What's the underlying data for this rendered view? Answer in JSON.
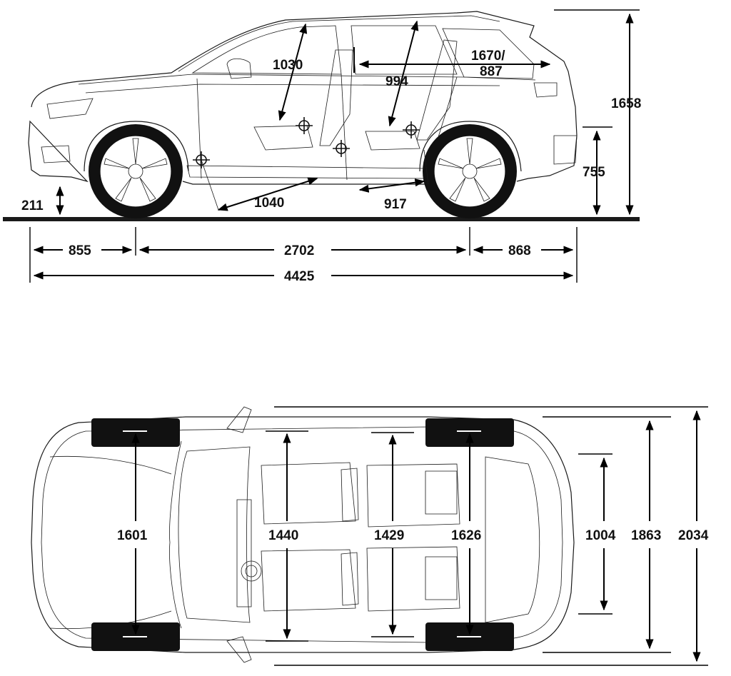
{
  "side_view": {
    "headroom_front": "1030",
    "headroom_rear": "994",
    "cargo_length": "1670/",
    "cargo_length_2": "887",
    "overall_height": "1658",
    "loading_height": "755",
    "ground_clearance": "211",
    "legroom_front": "1040",
    "legroom_rear": "917",
    "front_overhang": "855",
    "wheelbase": "2702",
    "rear_overhang": "868",
    "overall_length": "4425"
  },
  "top_view": {
    "front_track": "1601",
    "shoulder_front": "1440",
    "shoulder_rear": "1429",
    "rear_track": "1626",
    "cargo_width": "1004",
    "width_body": "1863",
    "width_mirrors": "2034"
  },
  "colors": {
    "ink": "#111111",
    "background": "#ffffff"
  }
}
